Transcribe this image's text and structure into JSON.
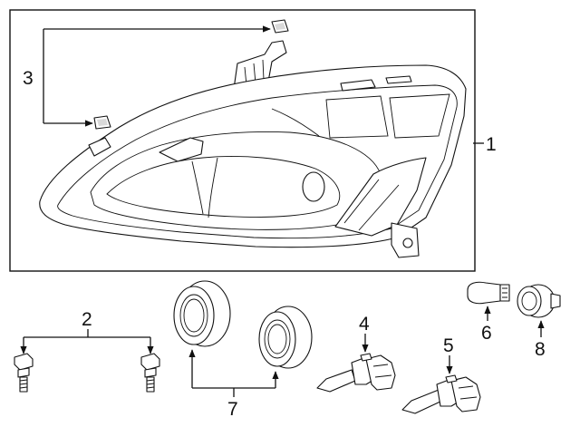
{
  "callouts": {
    "headlamp_assembly": "1",
    "bolts": "2",
    "brackets": "3",
    "low_beam_bulb": "4",
    "high_beam_bulb": "5",
    "side_marker_bulb": "6",
    "seal_caps": "7",
    "bulb_socket": "8"
  },
  "colors": {
    "line": "#111111",
    "fill": "#ffffff",
    "shade": "#d9d9d9"
  }
}
